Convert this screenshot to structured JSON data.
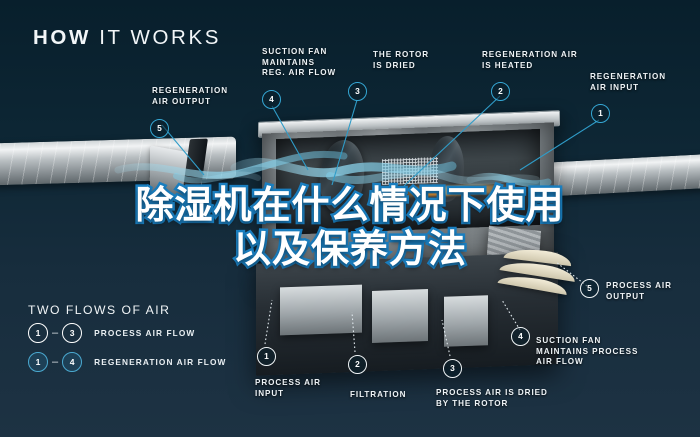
{
  "header": {
    "title_bold": "HOW",
    "title_light": "IT WORKS"
  },
  "overlay_headline": {
    "line1": "除湿机在什么情况下使用",
    "line2": "以及保养方法"
  },
  "callouts": [
    {
      "id": "regeneration-air-output",
      "number": "5",
      "style": "blue",
      "text": "REGENERATION\nAIR OUTPUT"
    },
    {
      "id": "suction-fan-reg",
      "number": "4",
      "style": "blue",
      "text": "SUCTION FAN\nMAINTAINS\nREG. AIR FLOW"
    },
    {
      "id": "rotor-is-dried",
      "number": "3",
      "style": "blue",
      "text": "THE ROTOR\nIS DRIED"
    },
    {
      "id": "regeneration-air-heated",
      "number": "2",
      "style": "blue",
      "text": "REGENERATION AIR\nIS HEATED"
    },
    {
      "id": "regeneration-air-input",
      "number": "1",
      "style": "blue",
      "text": "REGENERATION\nAIR INPUT"
    },
    {
      "id": "process-air-output",
      "number": "5",
      "style": "white",
      "text": "PROCESS AIR\nOUTPUT"
    },
    {
      "id": "suction-fan-process",
      "number": "4",
      "style": "white",
      "text": "SUCTION FAN\nMAINTAINS PROCESS\nAIR FLOW"
    },
    {
      "id": "process-air-dried",
      "number": "3",
      "style": "white",
      "text": "PROCESS AIR IS DRIED\nBY THE ROTOR"
    },
    {
      "id": "filtration",
      "number": "2",
      "style": "white",
      "text": "FILTRATION"
    },
    {
      "id": "process-air-input",
      "number": "1",
      "style": "white",
      "text": "PROCESS AIR\nINPUT"
    }
  ],
  "legend": {
    "title": "TWO FLOWS OF AIR",
    "rows": [
      {
        "from": "1",
        "to": "3",
        "dash": "–",
        "label": "PROCESS AIR FLOW",
        "style": "white"
      },
      {
        "from": "1",
        "to": "4",
        "dash": "–",
        "label": "REGENERATION AIR FLOW",
        "style": "blue"
      }
    ]
  },
  "colors": {
    "background_top": "#081f2c",
    "background_bottom": "#1d3243",
    "accent_blue": "#35a7d4",
    "airflow_blue": "#8fd3ea",
    "heat_orange": "#ff9b28",
    "text_white": "#eef3f6",
    "headline_stroke": "#1a7fc1"
  }
}
